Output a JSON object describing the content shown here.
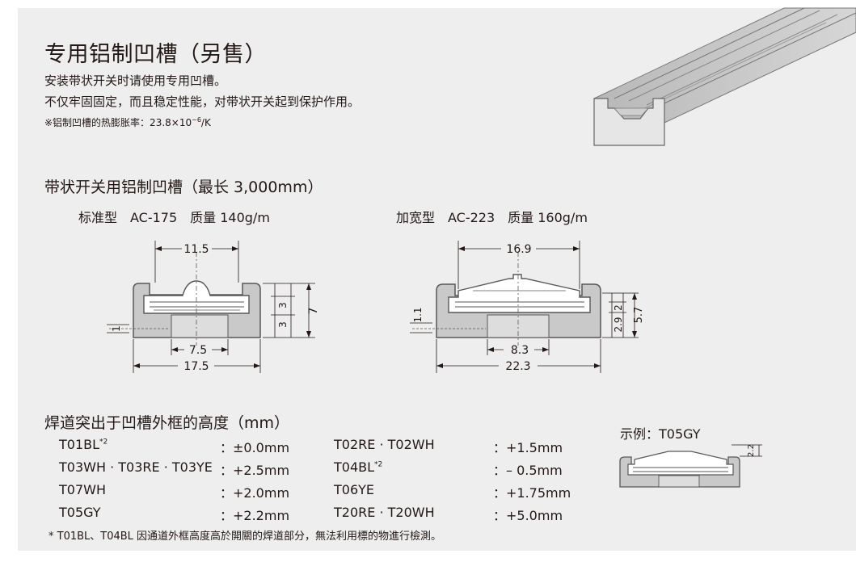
{
  "title": "专用铝制凹槽（另售）",
  "desc_line1": "安装带状开关时请使用专用凹槽。",
  "desc_line2": "不仅牢固固定，而且稳定性能，对带状开关起到保护作用。",
  "note": {
    "prefix": "※铝制凹槽的热膨胀率：23.8×10",
    "exponent": "−6",
    "suffix": "/K"
  },
  "section1_title": "带状开关用铝制凹槽（最长 3,000mm）",
  "standard": {
    "label": "标准型　AC-175　质量 140g/m",
    "dims": {
      "top": "11.5",
      "inner": "7.5",
      "total": "17.5",
      "left": "1",
      "r1": "3",
      "r2": "3",
      "r3": "7"
    }
  },
  "wide": {
    "label": "加宽型　AC-223　质量 160g/m",
    "dims": {
      "top": "16.9",
      "inner": "8.3",
      "total": "22.3",
      "left": "1.1",
      "r1": "2",
      "r2": "2.9",
      "r3": "5.7"
    }
  },
  "section2_title": "焊道突出于凹槽外框的高度（mm）",
  "heights": [
    {
      "model": "T01BL",
      "sup": "*2",
      "value": "：±0.0mm"
    },
    {
      "model": "T02RE · T02WH",
      "sup": "",
      "value": "：+1.5mm"
    },
    {
      "model": "T03WH · T03RE · T03YE",
      "sup": "",
      "value": "：+2.5mm"
    },
    {
      "model": "T04BL",
      "sup": "*2",
      "value": "：– 0.5mm"
    },
    {
      "model": "T07WH",
      "sup": "",
      "value": "：+2.0mm"
    },
    {
      "model": "T06YE",
      "sup": "",
      "value": "：+1.75mm"
    },
    {
      "model": "T05GY",
      "sup": "",
      "value": "：+2.2mm"
    },
    {
      "model": "T20RE · T20WH",
      "sup": "",
      "value": "：+5.0mm"
    }
  ],
  "example_label": "示例：T05GY",
  "example_dim": "2.2",
  "footnote": "* T01BL、T04BL 因通道外框高度高於開關的焊道部分，無法利用標的物進行檢測。"
}
